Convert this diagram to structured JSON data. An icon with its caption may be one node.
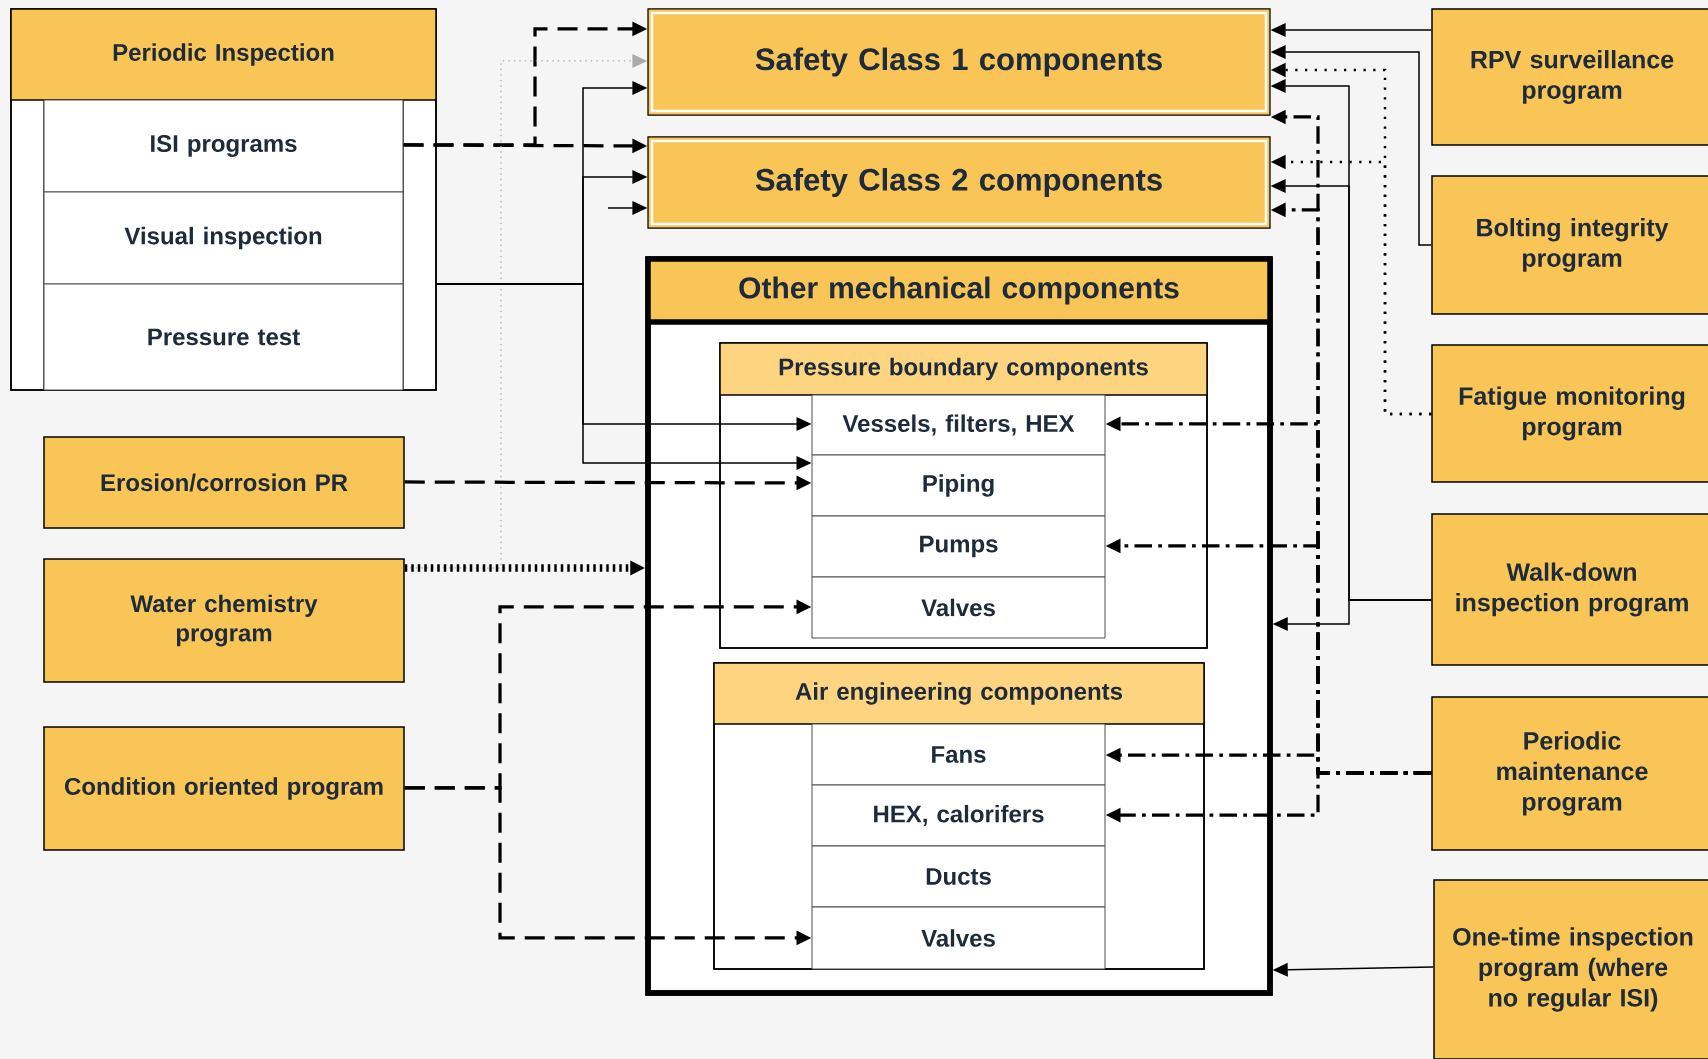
{
  "diagram": {
    "nodes": [
      {
        "text": [
          "Periodic Inspection"
        ]
      },
      {
        "text": [
          "ISI programs"
        ],
        "in": 0
      },
      {
        "text": [
          "Visual inspection"
        ],
        "in": 0
      },
      {
        "text": [
          "Pressure test"
        ],
        "in": 0
      },
      {
        "text": [
          "Erosion/corrosion PR"
        ]
      },
      {
        "text": [
          "Water chemistry program"
        ]
      },
      {
        "text": [
          "Condition oriented program"
        ]
      },
      {
        "text": [
          "Safety Class 1 components"
        ]
      },
      {
        "text": [
          "Safety Class 2 components"
        ]
      },
      {
        "text": [
          "Other mechanical components"
        ]
      },
      {
        "text": [
          "Pressure boundary components"
        ],
        "in": 9
      },
      {
        "text": [
          "Vessels, filters, HEX"
        ],
        "in": 10
      },
      {
        "text": [
          "Piping"
        ],
        "in": 10
      },
      {
        "text": [
          "Pumps"
        ],
        "in": 10
      },
      {
        "text": [
          "Valves"
        ],
        "in": 10
      },
      {
        "text": [
          "Air engineering components"
        ],
        "in": 9
      },
      {
        "text": [
          "Fans"
        ],
        "in": 15
      },
      {
        "text": [
          "HEX, calorifers"
        ],
        "in": 15
      },
      {
        "text": [
          "Ducts"
        ],
        "in": 15
      },
      {
        "text": [
          "Valves"
        ],
        "in": 15
      },
      {
        "text": [
          "RPV surveillance program"
        ]
      },
      {
        "text": [
          "Bolting integrity program"
        ]
      },
      {
        "text": [
          "Fatigue monitoring program"
        ]
      },
      {
        "text": [
          "Walk-down inspection program"
        ]
      },
      {
        "text": [
          "Periodic maintenance program"
        ]
      },
      {
        "text": [
          "One-time inspection program (where no regular ISI)"
        ]
      }
    ],
    "edges": [
      {
        "from": 1,
        "to": 7,
        "arrow": "to",
        "style": "dashed"
      },
      {
        "from": 1,
        "to": 8,
        "arrow": "to",
        "style": "dashed"
      },
      {
        "from": 5,
        "to": 7,
        "arrow": "to",
        "style": "dashed",
        "color": "#aaaaaa"
      },
      {
        "from": 5,
        "to": 9,
        "arrow": "to",
        "style": "dashed"
      },
      {
        "from": 0,
        "to": 7,
        "arrow": "to"
      },
      {
        "from": 0,
        "to": 8,
        "arrow": "to"
      },
      {
        "from": 0,
        "to": 11,
        "arrow": "to"
      },
      {
        "from": 0,
        "to": 12,
        "arrow": "to"
      },
      {
        "from": null,
        "to": 8,
        "arrow": "to"
      },
      {
        "from": 4,
        "to": 12,
        "arrow": "to",
        "style": "dashed"
      },
      {
        "from": 6,
        "to": 14,
        "arrow": "to",
        "style": "dashed"
      },
      {
        "from": 6,
        "to": 19,
        "arrow": "to",
        "style": "dashed"
      },
      {
        "from": 20,
        "to": 7,
        "arrow": "to"
      },
      {
        "from": 21,
        "to": 7,
        "arrow": "to"
      },
      {
        "from": 22,
        "to": 7,
        "arrow": "to",
        "style": "dashed"
      },
      {
        "from": 22,
        "to": 8,
        "arrow": "to",
        "style": "dashed"
      },
      {
        "from": 23,
        "to": 7,
        "arrow": "to"
      },
      {
        "from": 23,
        "to": 8,
        "arrow": "to"
      },
      {
        "from": 23,
        "to": 9,
        "arrow": "to"
      },
      {
        "from": 24,
        "to": 7,
        "arrow": "to",
        "style": "dashed"
      },
      {
        "from": 24,
        "to": 8,
        "arrow": "to",
        "style": "dashed"
      },
      {
        "from": 24,
        "to": 11,
        "arrow": "to",
        "style": "dashed"
      },
      {
        "from": 24,
        "to": 13,
        "arrow": "to",
        "style": "dashed"
      },
      {
        "from": 24,
        "to": 16,
        "arrow": "to",
        "style": "dashed"
      },
      {
        "from": 24,
        "to": 17,
        "arrow": "to",
        "style": "dashed"
      },
      {
        "from": 25,
        "to": 9,
        "arrow": "to"
      }
    ]
  }
}
